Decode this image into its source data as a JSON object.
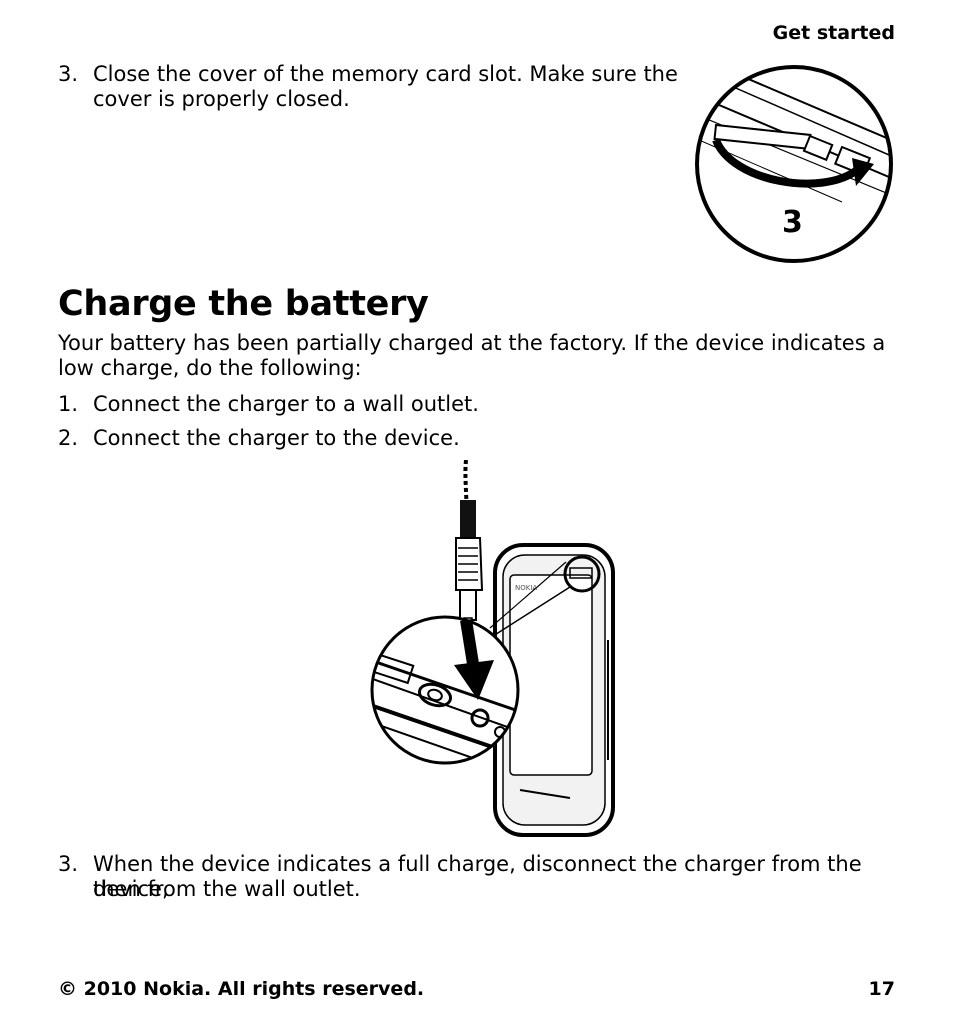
{
  "header": {
    "section": "Get started"
  },
  "top_steps": [
    {
      "num": "3.",
      "text_line1": "Close the cover of the memory card slot. Make sure the",
      "text_line2": "cover is properly closed."
    }
  ],
  "figure1": {
    "label": "3"
  },
  "section": {
    "title": "Charge the battery",
    "intro": "Your battery has been partially charged at the factory. If the device indicates a low charge, do the following:",
    "steps": [
      {
        "num": "1.",
        "text": "Connect the charger to a wall outlet."
      },
      {
        "num": "2.",
        "text": "Connect the charger to the device."
      },
      {
        "num": "3.",
        "text_line1": "When the device indicates a full charge, disconnect the charger from the device,",
        "text_line2": "then from the wall outlet."
      }
    ]
  },
  "footer": {
    "copyright": "© 2010 Nokia. All rights reserved.",
    "page_number": "17"
  }
}
